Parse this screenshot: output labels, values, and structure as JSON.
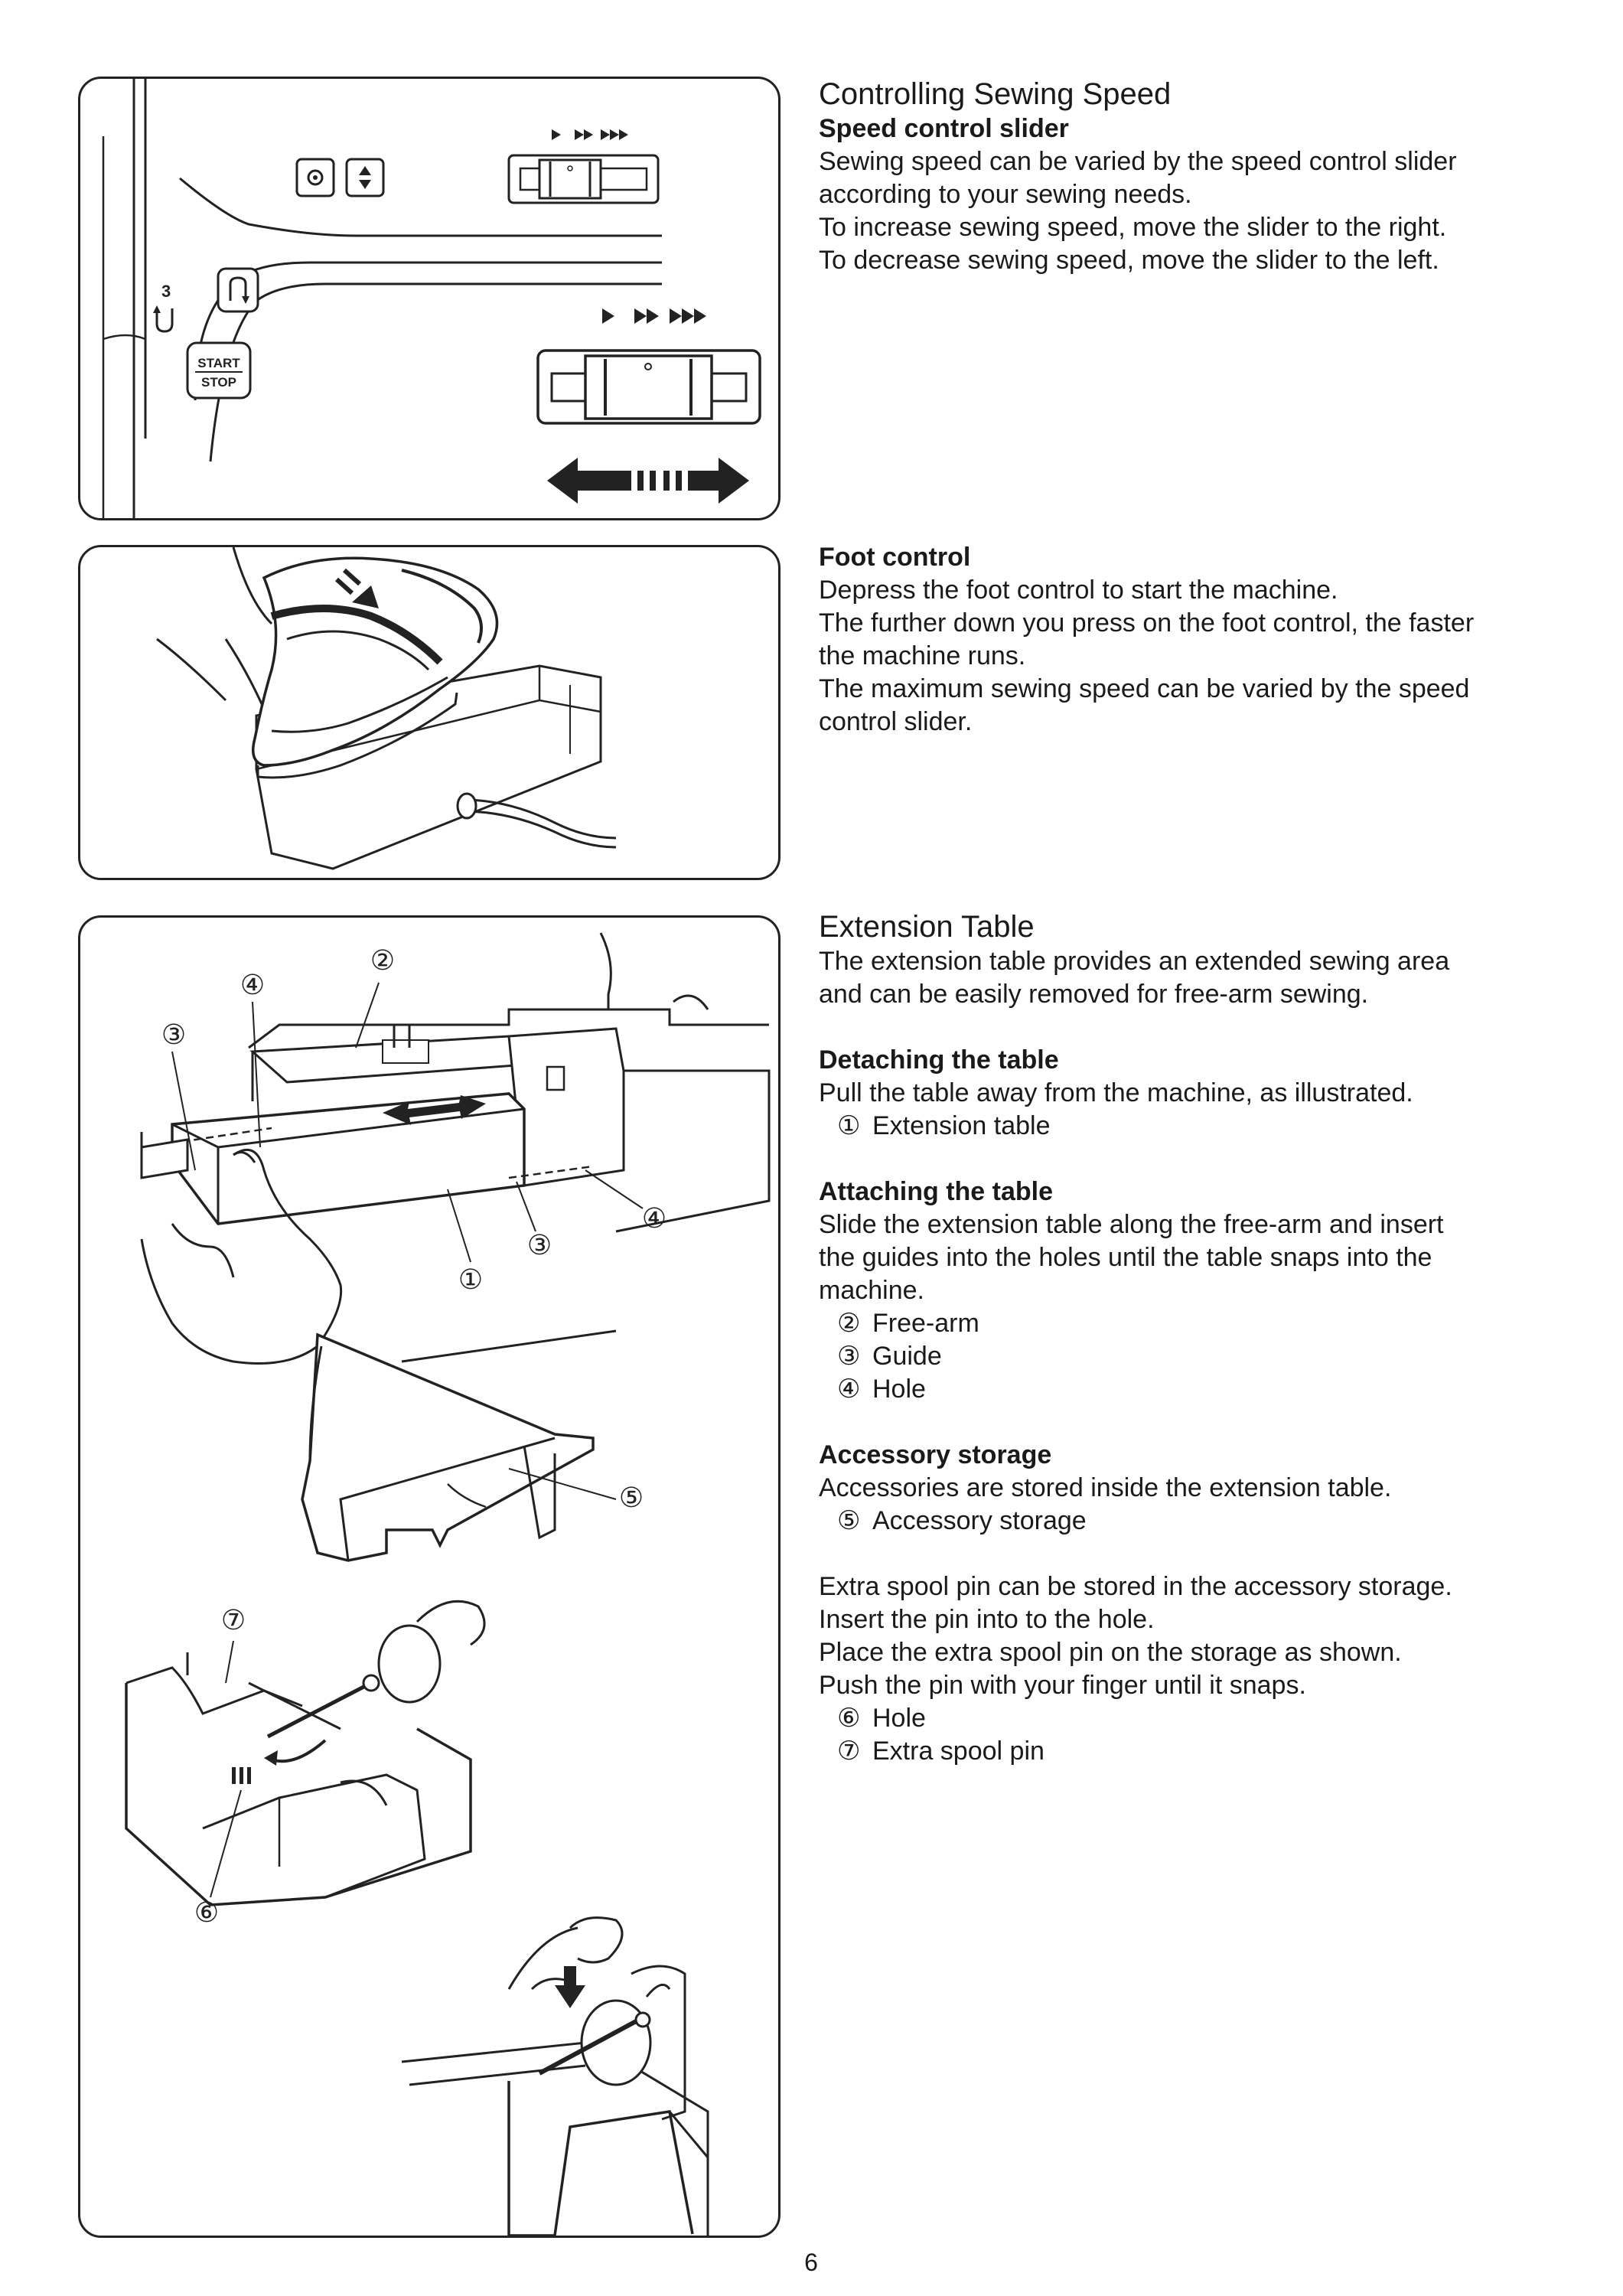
{
  "page_number": "6",
  "speed_section": {
    "title": "Controlling Sewing Speed",
    "subtitle": "Speed control slider",
    "lines": [
      "Sewing speed can be varied by the speed control slider",
      "according to your sewing needs.",
      "To increase sewing speed, move the slider to the right.",
      "To decrease sewing speed, move the slider to the left."
    ],
    "illustration": {
      "start_stop_top": "START",
      "start_stop_bottom": "STOP",
      "thread_number": "3",
      "icons": [
        "needle-position-icon",
        "needle-up-down-icon",
        "reverse-icon",
        "thread-cutter-icon",
        "speed-arrows-icon",
        "double-arrow-icon"
      ]
    }
  },
  "foot_section": {
    "subtitle": "Foot control",
    "lines": [
      "Depress the foot control to start the machine.",
      "The further down you press on the foot control, the faster",
      "the machine runs.",
      "The maximum sewing speed can be varied by the speed",
      "control slider."
    ]
  },
  "table_section": {
    "title": "Extension Table",
    "intro": [
      "The extension table provides an extended sewing area",
      "and can be easily removed for free-arm sewing."
    ],
    "detaching": {
      "subtitle": "Detaching the table",
      "lines": [
        "Pull the table away from the machine, as illustrated."
      ],
      "items": [
        {
          "num": "①",
          "label": "Extension table"
        }
      ]
    },
    "attaching": {
      "subtitle": "Attaching the table",
      "lines": [
        "Slide the extension table along the free-arm and insert",
        "the guides into the holes until the table snaps into the",
        "machine."
      ],
      "items": [
        {
          "num": "②",
          "label": "Free-arm"
        },
        {
          "num": "③",
          "label": "Guide"
        },
        {
          "num": "④",
          "label": "Hole"
        }
      ]
    },
    "storage": {
      "subtitle": "Accessory storage",
      "lines": [
        "Accessories are stored inside the extension table."
      ],
      "items": [
        {
          "num": "⑤",
          "label": "Accessory storage"
        }
      ]
    },
    "spool": {
      "lines": [
        "Extra spool pin can be stored in the accessory storage.",
        "Insert the pin into to the hole.",
        "Place the extra spool pin on the storage as shown.",
        "Push the pin with your finger until it snaps."
      ],
      "items": [
        {
          "num": "⑥",
          "label": "Hole"
        },
        {
          "num": "⑦",
          "label": "Extra spool pin"
        }
      ]
    },
    "callouts": [
      "①",
      "②",
      "③",
      "④",
      "⑤",
      "⑥",
      "⑦"
    ]
  }
}
